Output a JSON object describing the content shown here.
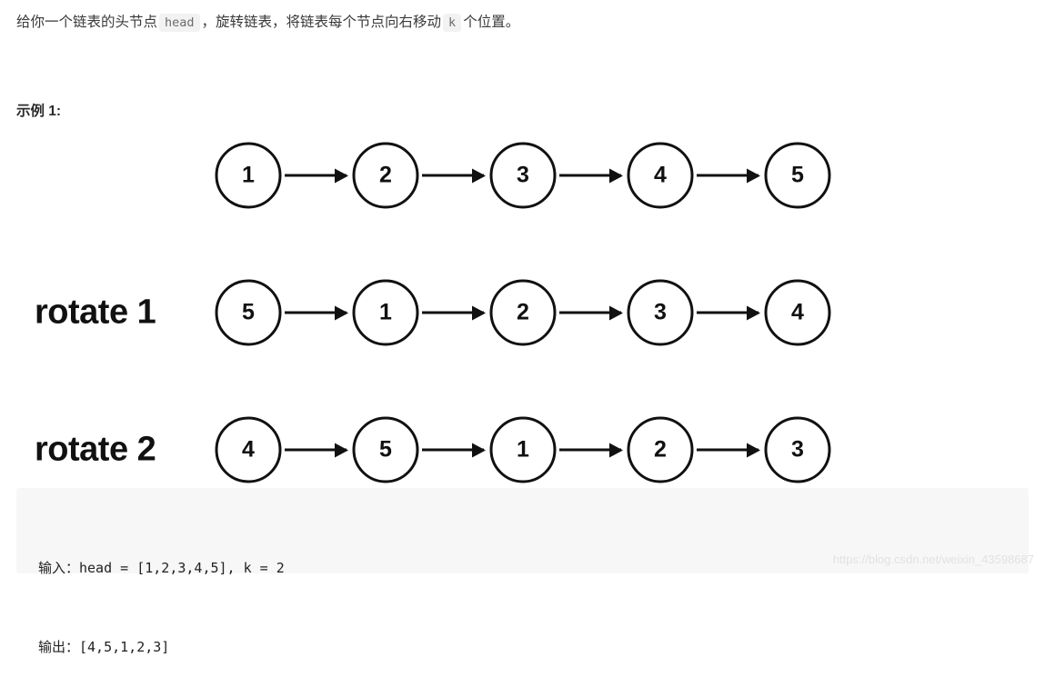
{
  "problem": {
    "text_part_1": "给你一个链表的头节点",
    "code_head": "head",
    "text_part_2": "，旋转链表，将链表每个节点向右移动",
    "code_k": "k",
    "text_part_3": "个位置。"
  },
  "example_heading": "示例 1:",
  "diagram": {
    "rows": [
      {
        "label": "",
        "nodes": [
          "1",
          "2",
          "3",
          "4",
          "5"
        ]
      },
      {
        "label": "rotate 1",
        "nodes": [
          "5",
          "1",
          "2",
          "3",
          "4"
        ]
      },
      {
        "label": "rotate 2",
        "nodes": [
          "4",
          "5",
          "1",
          "2",
          "3"
        ]
      }
    ]
  },
  "io_block": {
    "input_line": "输入：head = [1,2,3,4,5], k = 2",
    "output_line": "输出：[4,5,1,2,3]"
  },
  "watermark": "https://blog.csdn.net/weixin_43598687",
  "colors": {
    "page_background": "#ffffff",
    "node_stroke": "#111111",
    "code_block_background": "#f7f7f7",
    "inline_code_background": "#f2f2f2",
    "watermark_text": "#e2e2e2"
  }
}
